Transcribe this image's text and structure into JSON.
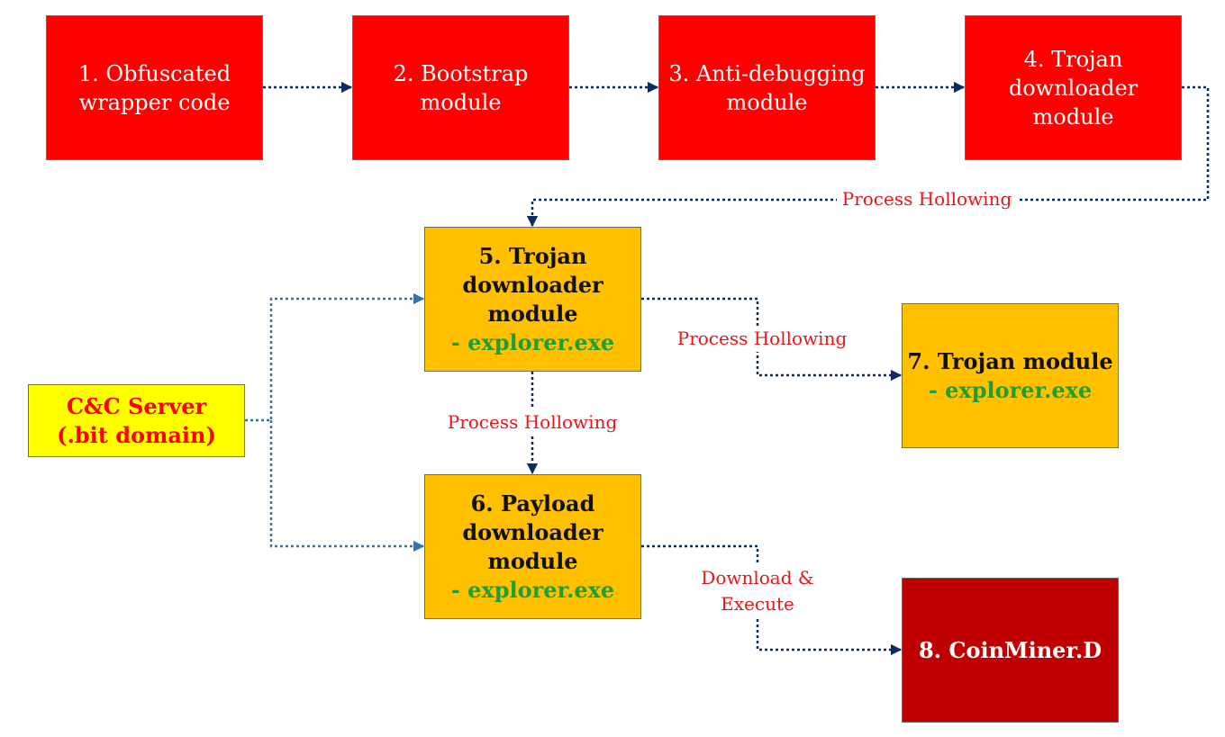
{
  "nodes": {
    "n1": {
      "line1": "1. Obfuscated",
      "line2": "wrapper code"
    },
    "n2": {
      "line1": "2. Bootstrap",
      "line2": "module"
    },
    "n3": {
      "line1": "3. Anti-debugging",
      "line2": "module"
    },
    "n4": {
      "line1": "4. Trojan",
      "line2": "downloader",
      "line3": "module"
    },
    "n5": {
      "line1": "5. Trojan",
      "line2": "downloader",
      "line3": "module",
      "sub": "- explorer.exe"
    },
    "n6": {
      "line1": "6. Payload",
      "line2": "downloader",
      "line3": "module",
      "sub": "- explorer.exe"
    },
    "n7": {
      "line1": "7. Trojan module",
      "sub": "- explorer.exe"
    },
    "n8": {
      "line1": "8. CoinMiner.D"
    },
    "cc": {
      "line1": "C&C Server",
      "line2": "(.bit domain)"
    }
  },
  "edges": {
    "e4_5": "Process Hollowing",
    "e5_7": "Process Hollowing",
    "e5_6": "Process Hollowing",
    "e6_8_line1": "Download &",
    "e6_8_line2": "Execute"
  },
  "colors": {
    "stage_red": "#ff0000",
    "module_amber": "#ffc000",
    "server_yellow": "#ffff00",
    "payload_darkred": "#c00000",
    "process_green": "#1f9e35",
    "label_red": "#e8151b",
    "connector_navy": "#0b2b66",
    "cc_connector_blue": "#2e75b6"
  }
}
